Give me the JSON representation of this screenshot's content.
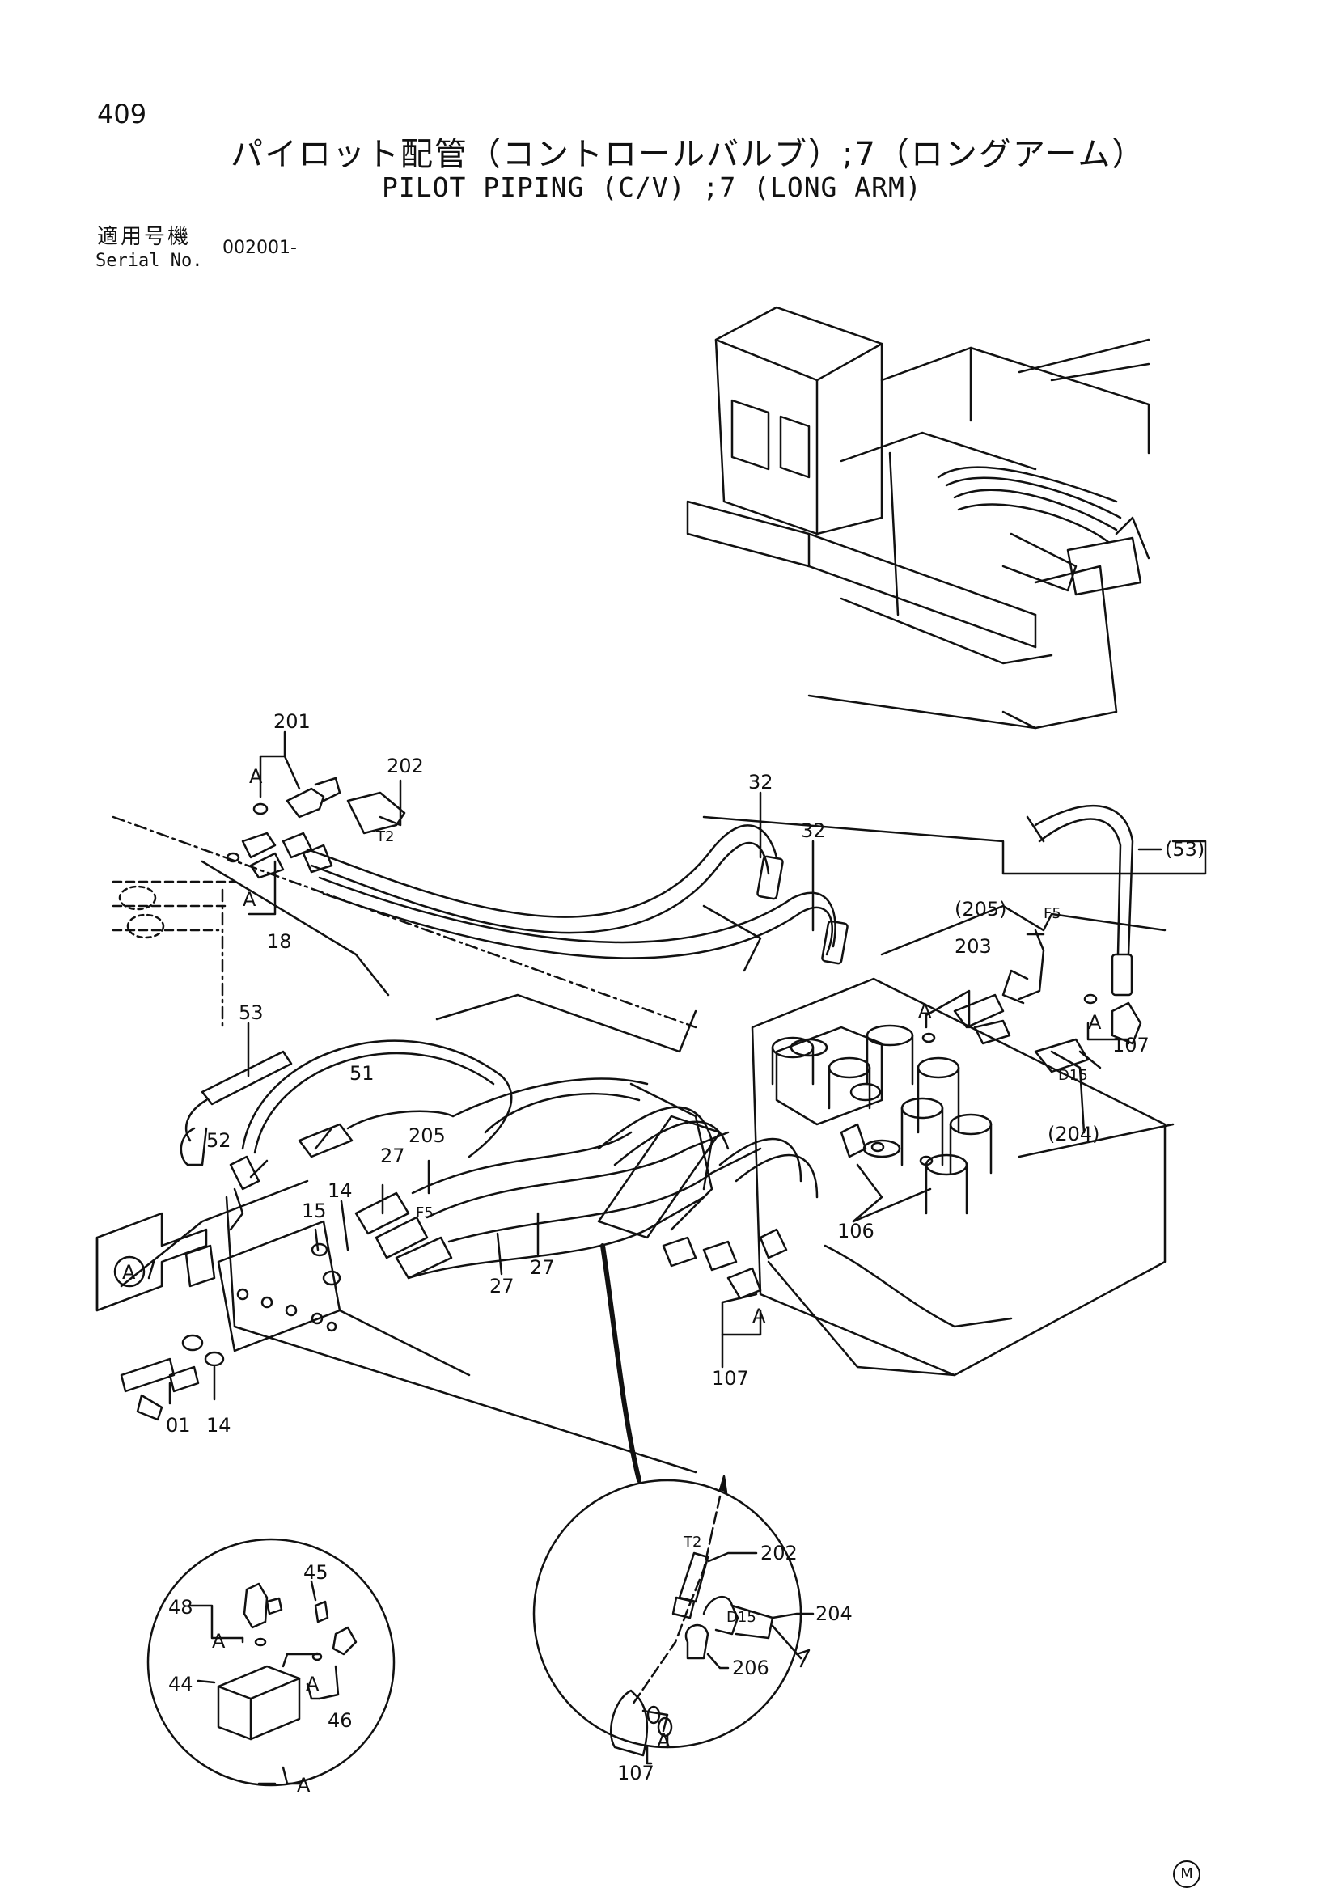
{
  "page_number": "409",
  "title_jp": "パイロット配管（コントロールバルブ）;7（ロングアーム）",
  "title_en": "PILOT PIPING (C/V) ;7 (LONG ARM)",
  "serial": {
    "label_jp": "適用号機",
    "label_en": "Serial No.",
    "value": "002001-"
  },
  "manufacturer_mark": "M",
  "callouts": {
    "c201": "201",
    "cA1": "A",
    "c202": "202",
    "cT2": "T2",
    "c32a": "32",
    "c32b": "32",
    "c53p": "(53)",
    "c205p": "(205)",
    "cF5a": "F5",
    "c18": "18",
    "cA2": "A",
    "c203": "203",
    "cA3": "A",
    "cA4": "A",
    "c107a": "107",
    "cD15a": "D15",
    "c204p": "(204)",
    "c53": "53",
    "c51": "51",
    "c52": "52",
    "c27a": "27",
    "c205": "205",
    "cF5b": "F5",
    "c14a": "14",
    "c15": "15",
    "c106": "106",
    "c27b": "27",
    "c27c": "27",
    "c107b": "107",
    "cA5": "A",
    "cAc": "A",
    "c01": "01",
    "c14b": "14",
    "c48": "48",
    "c45": "45",
    "cA6": "A",
    "c44": "44",
    "cA7": "A",
    "c46": "46",
    "cA8": "A",
    "cT2b": "T2",
    "c202b": "202",
    "cD15b": "D15",
    "c204": "204",
    "c206": "206",
    "cA9": "A",
    "c107c": "107"
  }
}
